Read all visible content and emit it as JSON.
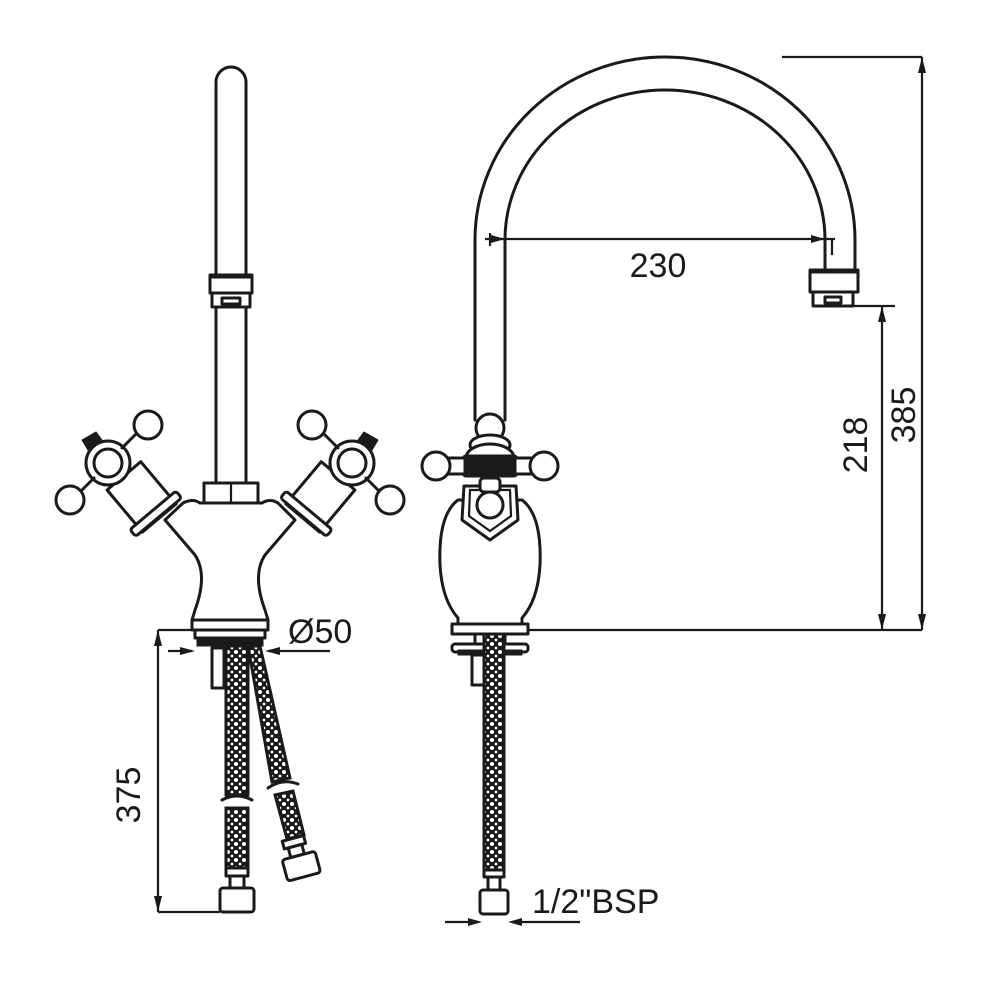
{
  "drawing": {
    "title": "Mixer tap technical drawing",
    "views": [
      "front-view",
      "side-view"
    ],
    "units": "mm",
    "line_color": "#1a1a1a",
    "background": "#ffffff"
  },
  "dimensions": {
    "spout_reach": "230",
    "spout_outlet_height": "218",
    "overall_height": "385",
    "base_diameter": "Ø50",
    "hose_length": "375",
    "connection": "1/2\"BSP"
  }
}
